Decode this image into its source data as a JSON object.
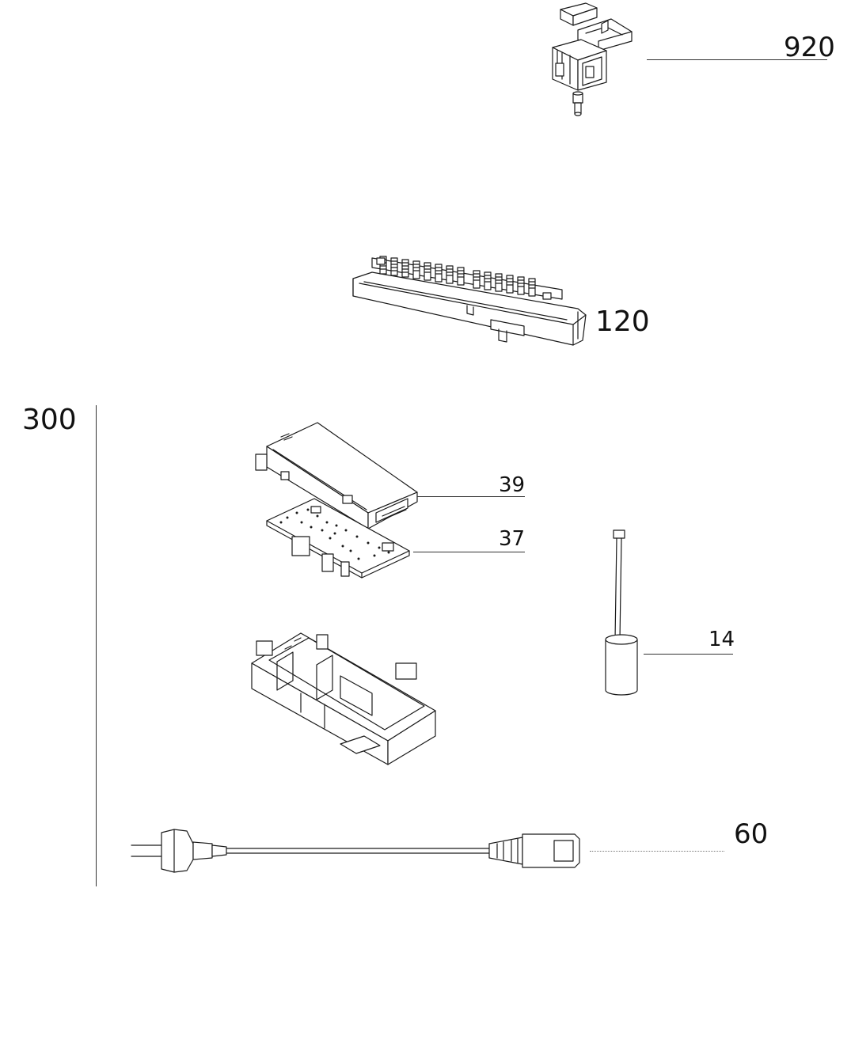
{
  "parts": {
    "p920": "920",
    "p120": "120",
    "p300": "300",
    "p39": "39",
    "p37": "37",
    "p14": "14",
    "p60": "60"
  }
}
